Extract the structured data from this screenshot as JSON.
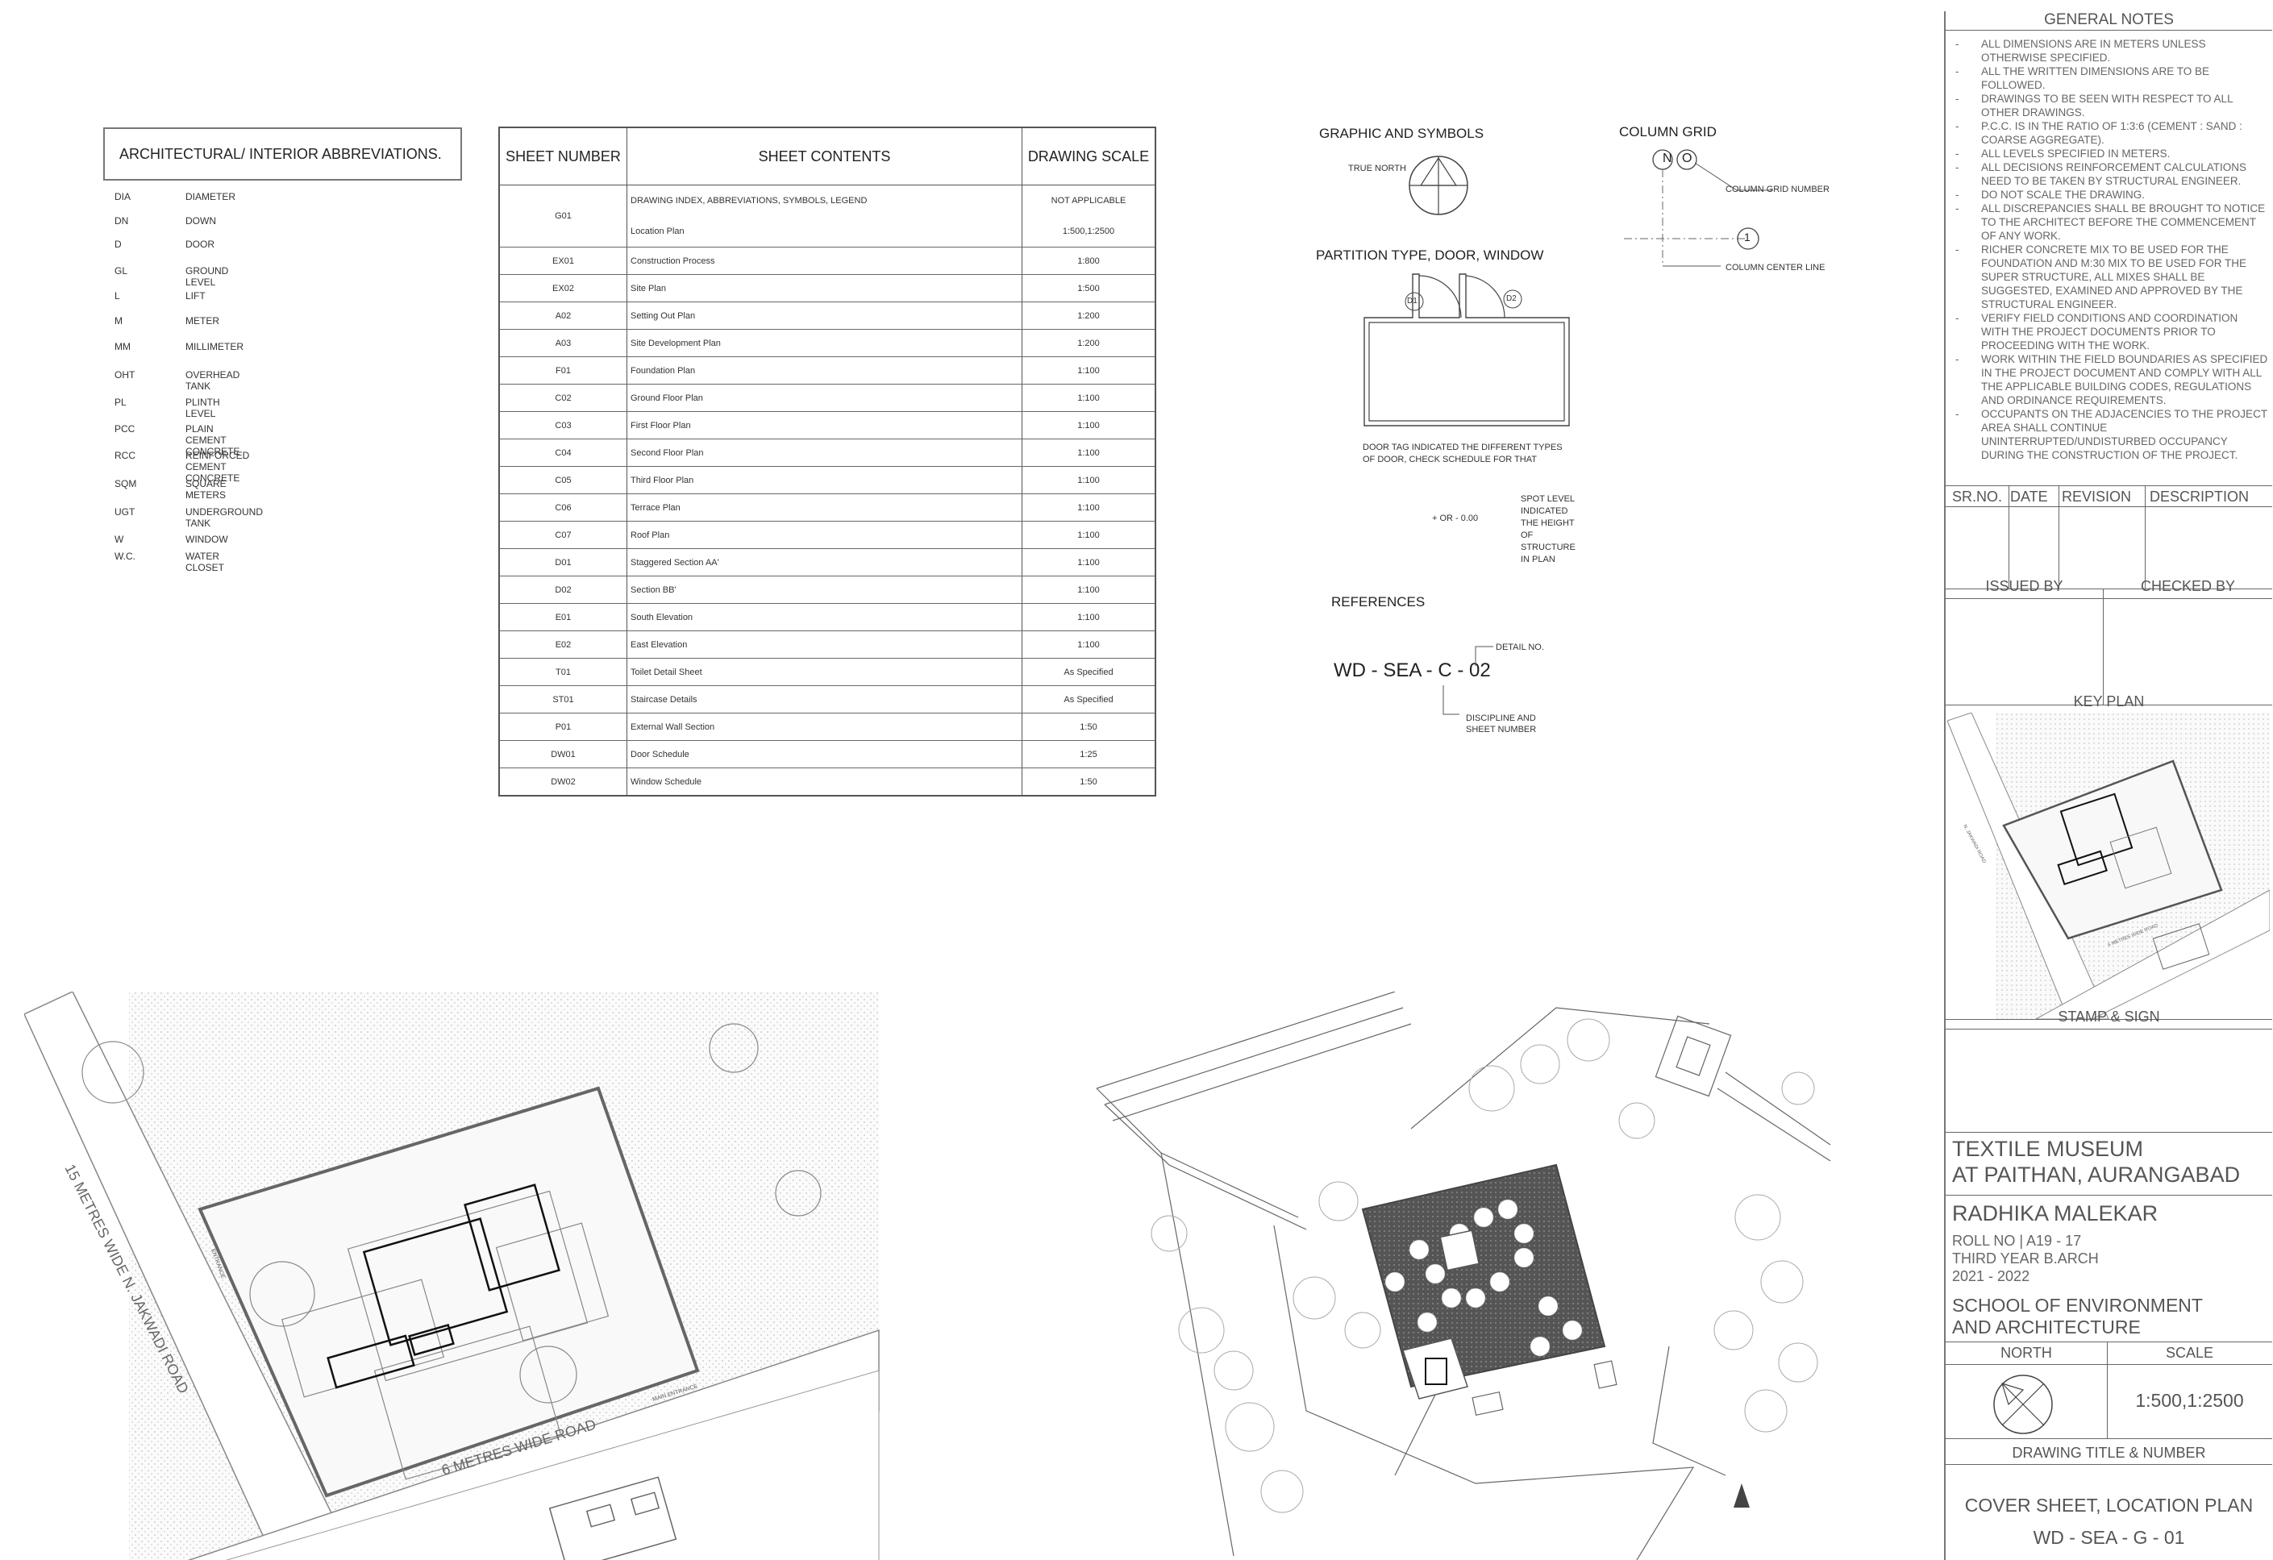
{
  "abbreviations": {
    "title": "ARCHITECTURAL/ INTERIOR ABBREVIATIONS.",
    "items": [
      {
        "code": "DIA",
        "meaning": "DIAMETER"
      },
      {
        "code": "DN",
        "meaning": "DOWN"
      },
      {
        "code": "D",
        "meaning": "DOOR"
      },
      {
        "code": "GL",
        "meaning": "GROUND LEVEL"
      },
      {
        "code": "L",
        "meaning": "LIFT"
      },
      {
        "code": "M",
        "meaning": "METER"
      },
      {
        "code": "MM",
        "meaning": "MILLIMETER"
      },
      {
        "code": "OHT",
        "meaning": "OVERHEAD TANK"
      },
      {
        "code": "PL",
        "meaning": "PLINTH LEVEL"
      },
      {
        "code": "PCC",
        "meaning": "PLAIN CEMENT CONCRETE"
      },
      {
        "code": "RCC",
        "meaning": "REINFORCED CEMENT CONCRETE"
      },
      {
        "code": "SQM",
        "meaning": "SQUARE METERS"
      },
      {
        "code": "UGT",
        "meaning": "UNDERGROUND TANK"
      },
      {
        "code": "W",
        "meaning": "WINDOW"
      },
      {
        "code": "W.C.",
        "meaning": "WATER CLOSET"
      }
    ]
  },
  "sheet_index": {
    "headers": [
      "SHEET NUMBER",
      "SHEET CONTENTS",
      "DRAWING SCALE"
    ],
    "first_row": {
      "number": "G01",
      "contents_1": "DRAWING INDEX, ABBREVIATIONS, SYMBOLS, LEGEND",
      "contents_2": "Location Plan",
      "scale_1": "NOT APPLICABLE",
      "scale_2": "1:500,1:2500"
    },
    "rows": [
      {
        "number": "EX01",
        "contents": "Construction Process",
        "scale": "1:800"
      },
      {
        "number": "EX02",
        "contents": "Site Plan",
        "scale": "1:500"
      },
      {
        "number": "A02",
        "contents": "Setting Out Plan",
        "scale": "1:200"
      },
      {
        "number": "A03",
        "contents": "Site Development Plan",
        "scale": "1:200"
      },
      {
        "number": "F01",
        "contents": "Foundation Plan",
        "scale": "1:100"
      },
      {
        "number": "C02",
        "contents": "Ground Floor Plan",
        "scale": "1:100"
      },
      {
        "number": "C03",
        "contents": "First Floor Plan",
        "scale": "1:100"
      },
      {
        "number": "C04",
        "contents": "Second Floor Plan",
        "scale": "1:100"
      },
      {
        "number": "C05",
        "contents": "Third Floor Plan",
        "scale": "1:100"
      },
      {
        "number": "C06",
        "contents": "Terrace Plan",
        "scale": "1:100"
      },
      {
        "number": "C07",
        "contents": "Roof Plan",
        "scale": "1:100"
      },
      {
        "number": "D01",
        "contents": "Staggered Section AA'",
        "scale": "1:100"
      },
      {
        "number": "D02",
        "contents": "Section BB'",
        "scale": "1:100"
      },
      {
        "number": "E01",
        "contents": "South Elevation",
        "scale": "1:100"
      },
      {
        "number": "E02",
        "contents": "East Elevation",
        "scale": "1:100"
      },
      {
        "number": "T01",
        "contents": "Toilet Detail Sheet",
        "scale": "As Specified"
      },
      {
        "number": "ST01",
        "contents": "Staircase Details",
        "scale": "As Specified"
      },
      {
        "number": "P01",
        "contents": "External Wall Section",
        "scale": "1:50"
      },
      {
        "number": "DW01",
        "contents": "Door Schedule",
        "scale": "1:25"
      },
      {
        "number": "DW02",
        "contents": "Window Schedule",
        "scale": "1:50"
      }
    ]
  },
  "symbols": {
    "graphic_title": "GRAPHIC AND SYMBOLS",
    "true_north": "TRUE NORTH",
    "column_grid_title": "COLUMN GRID",
    "grid_letter_1": "N",
    "grid_letter_2": "O",
    "grid_number": "1",
    "column_grid_number": "COLUMN GRID NUMBER",
    "column_center_line": "COLUMN CENTER LINE",
    "partition_title": "PARTITION TYPE, DOOR, WINDOW",
    "door_tag_1": "D1",
    "door_tag_2": "D2",
    "door_note_1": "DOOR TAG INDICATED THE DIFFERENT TYPES",
    "door_note_2": "OF DOOR, CHECK SCHEDULE FOR THAT",
    "spot_level": "+ OR - 0.00",
    "spot_note": [
      "SPOT LEVEL",
      "INDICATED",
      "THE HEIGHT",
      "OF",
      "STRUCTURE",
      "IN PLAN"
    ],
    "references_title": "REFERENCES",
    "reference_code": "WD - SEA - C - 02",
    "detail_no": "DETAIL NO.",
    "discipline_1": "DISCIPLINE AND",
    "discipline_2": "SHEET NUMBER"
  },
  "site_plan": {
    "road_1": "15 METRES WIDE N. JAKWADI ROAD",
    "road_2": "6 METRES WIDE ROAD",
    "entrance_1": "ENTRANCE",
    "entrance_2": "MAIN ENTRANCE"
  },
  "key_plan_labels": {
    "road_1": "N. JAKWADI ROAD",
    "road_2": "6 METRES WIDE ROAD"
  },
  "title_block": {
    "general_notes_title": "GENERAL NOTES",
    "notes": [
      "ALL DIMENSIONS ARE IN METERS UNLESS OTHERWISE SPECIFIED.",
      "ALL THE WRITTEN DIMENSIONS ARE TO BE FOLLOWED.",
      "DRAWINGS TO BE SEEN WITH RESPECT TO ALL OTHER DRAWINGS.",
      "P.C.C. IS IN THE RATIO OF 1:3:6 (CEMENT : SAND : COARSE AGGREGATE).",
      "ALL LEVELS SPECIFIED IN METERS.",
      "ALL DECISIONS REINFORCEMENT CALCULATIONS NEED TO BE TAKEN BY STRUCTURAL ENGINEER.",
      "DO NOT SCALE THE DRAWING.",
      "ALL DISCREPANCIES SHALL BE BROUGHT TO NOTICE TO THE ARCHITECT BEFORE THE COMMENCEMENT OF ANY WORK.",
      "RICHER CONCRETE MIX TO BE USED FOR THE FOUNDATION AND M:30 MIX TO BE USED FOR THE SUPER STRUCTURE, ALL MIXES SHALL BE SUGGESTED, EXAMINED AND APPROVED BY THE STRUCTURAL ENGINEER.",
      "VERIFY FIELD CONDITIONS AND COORDINATION WITH THE PROJECT DOCUMENTS PRIOR TO PROCEEDING WITH THE WORK.",
      "WORK WITHIN THE FIELD BOUNDARIES AS SPECIFIED IN THE PROJECT DOCUMENT  AND COMPLY WITH ALL THE APPLICABLE BUILDING CODES, REGULATIONS AND ORDINANCE REQUIREMENTS.",
      "OCCUPANTS ON THE ADJACENCIES TO THE PROJECT AREA SHALL CONTINUE UNINTERRUPTED/UNDISTURBED OCCUPANCY DURING THE CONSTRUCTION OF THE PROJECT."
    ],
    "revision_headers": [
      "SR.NO.",
      "DATE",
      "REVISION",
      "DESCRIPTION"
    ],
    "issued_by": "ISSUED BY",
    "checked_by": "CHECKED BY",
    "key_plan": "KEY PLAN",
    "stamp_sign": "STAMP & SIGN",
    "project_1": "TEXTILE MUSEUM",
    "project_2": "AT PAITHAN, AURANGABAD",
    "student_name": "RADHIKA MALEKAR",
    "roll_no": "ROLL NO | A19 - 17",
    "year": "THIRD YEAR B.ARCH",
    "session": "2021 - 2022",
    "school_1": "SCHOOL OF ENVIRONMENT",
    "school_2": "AND ARCHITECTURE",
    "north": "NORTH",
    "scale_label": "SCALE",
    "scale_value": "1:500,1:2500",
    "drawing_title_label": "DRAWING TITLE & NUMBER",
    "drawing_title": "COVER SHEET, LOCATION PLAN",
    "drawing_number": "WD - SEA - G - 01"
  }
}
